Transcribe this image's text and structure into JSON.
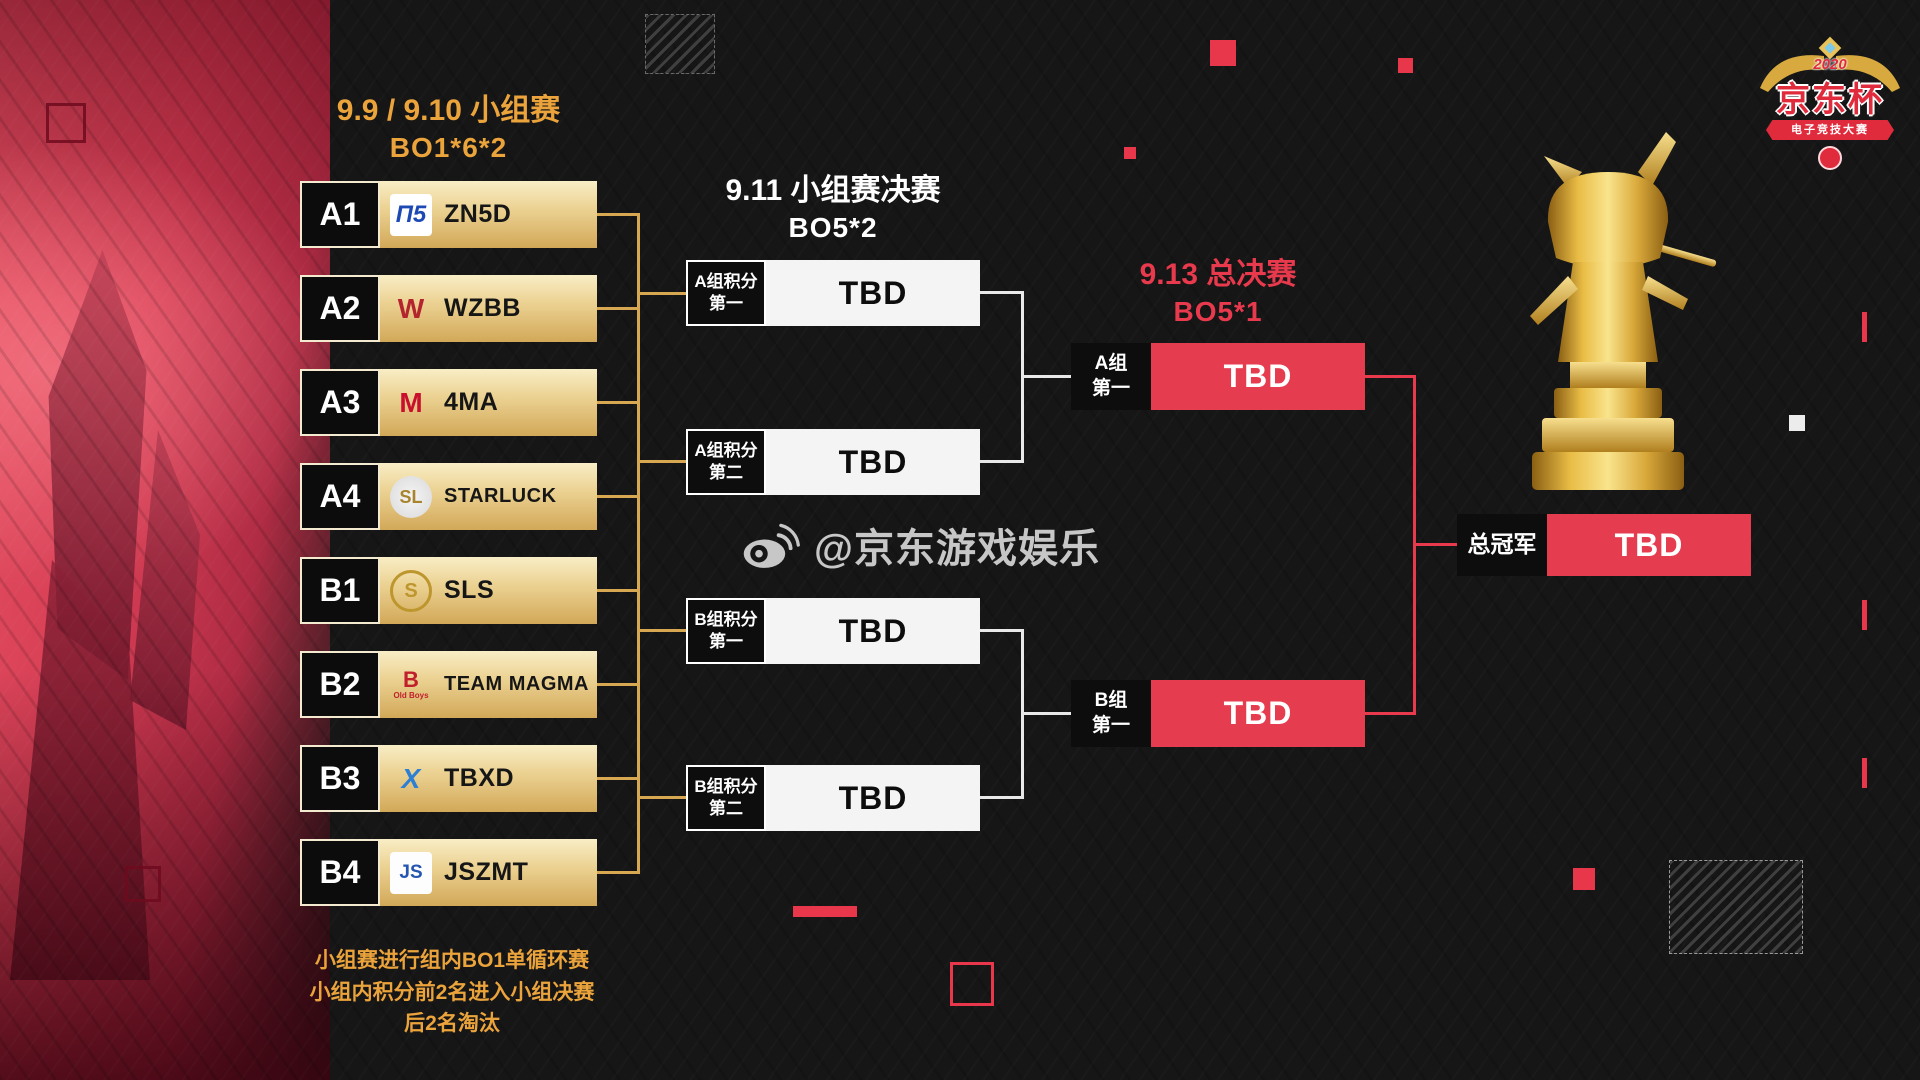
{
  "group_stage": {
    "title_line1": "9.9 / 9.10 小组赛",
    "title_line2": "BO1*6*2",
    "teams": [
      {
        "seed": "A1",
        "name": "ZN5D",
        "logo_glyph": "Π5"
      },
      {
        "seed": "A2",
        "name": "WZBB",
        "logo_glyph": "W"
      },
      {
        "seed": "A3",
        "name": "4MA",
        "logo_glyph": "M"
      },
      {
        "seed": "A4",
        "name": "STARLUCK",
        "logo_glyph": "SL"
      },
      {
        "seed": "B1",
        "name": "SLS",
        "logo_glyph": "S"
      },
      {
        "seed": "B2",
        "name": "TEAM MAGMA",
        "logo_glyph": "B",
        "logo_caption": "Old Boys"
      },
      {
        "seed": "B3",
        "name": "TBXD",
        "logo_glyph": "X"
      },
      {
        "seed": "B4",
        "name": "JSZMT",
        "logo_glyph": "JS"
      }
    ],
    "footnote_lines": [
      "小组赛进行组内BO1单循环赛",
      "小组内积分前2名进入小组决赛",
      "后2名淘汰"
    ]
  },
  "semifinals": {
    "title_line1": "9.11 小组赛决赛",
    "title_line2": "BO5*2",
    "slots": [
      {
        "label_line1": "A组积分",
        "label_line2": "第一",
        "value": "TBD"
      },
      {
        "label_line1": "A组积分",
        "label_line2": "第二",
        "value": "TBD"
      },
      {
        "label_line1": "B组积分",
        "label_line2": "第一",
        "value": "TBD"
      },
      {
        "label_line1": "B组积分",
        "label_line2": "第二",
        "value": "TBD"
      }
    ]
  },
  "finals": {
    "title_line1": "9.13 总决赛",
    "title_line2": "BO5*1",
    "slots": [
      {
        "label_line1": "A组",
        "label_line2": "第一",
        "value": "TBD"
      },
      {
        "label_line1": "B组",
        "label_line2": "第一",
        "value": "TBD"
      }
    ]
  },
  "champion": {
    "label": "总冠军",
    "value": "TBD"
  },
  "watermark": {
    "handle": "@京东游戏娱乐"
  },
  "event_logo": {
    "year": "2020",
    "name": "京东杯",
    "banner": "电子竞技大赛"
  },
  "colors": {
    "accent_red": "#e8394d",
    "gold": "#eba33b",
    "plate_gold": "#ecd394"
  }
}
